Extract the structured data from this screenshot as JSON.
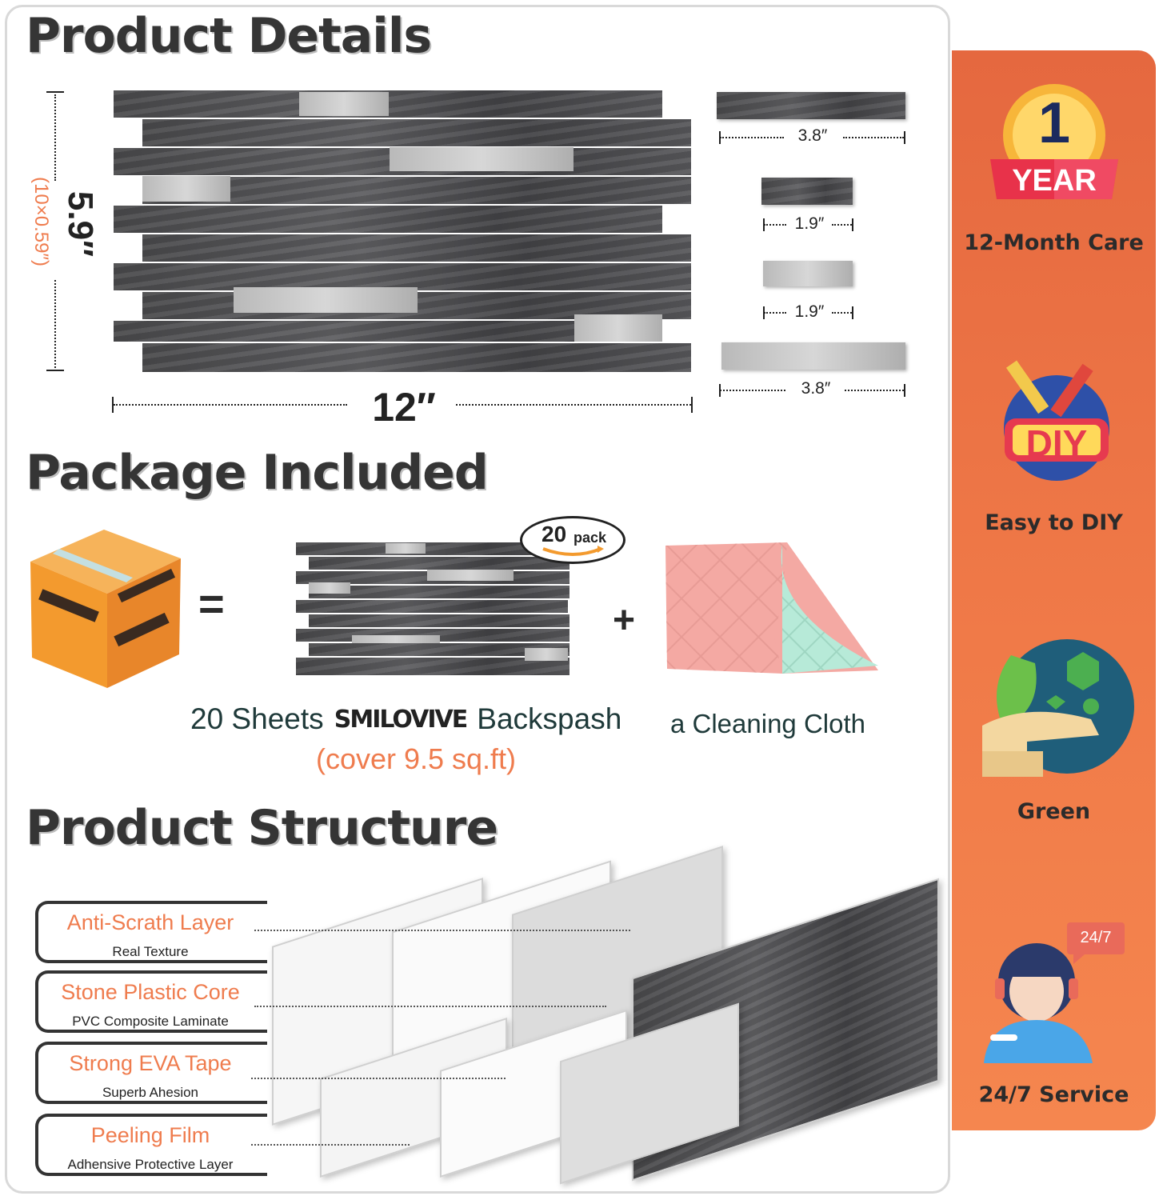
{
  "sections": {
    "details": "Product  Details",
    "package": "Package Included",
    "structure": "Product Structure"
  },
  "dimensions": {
    "height": "5.9″",
    "height_detail": "(10×0.59″)",
    "width": "12″",
    "strip_long_stone": "3.8″",
    "strip_short_stone": "1.9″",
    "strip_short_steel": "1.9″",
    "strip_long_steel": "3.8″"
  },
  "package": {
    "pack_badge_number": "20",
    "pack_badge_word": "pack",
    "equals": "=",
    "plus": "+",
    "sheets_prefix": "20 Sheets",
    "brand": "SMILOVIVE",
    "sheets_suffix": "Backspash",
    "coverage": "(cover 9.5 sq.ft)",
    "cloth": "a Cleaning Cloth"
  },
  "layers": [
    {
      "title": "Anti-Scrath Layer",
      "sub": "Real Texture"
    },
    {
      "title": "Stone Plastic Core",
      "sub": "PVC Composite Laminate"
    },
    {
      "title": "Strong EVA Tape",
      "sub": "Superb Ahesion"
    },
    {
      "title": "Peeling Film",
      "sub": "Adhensive Protective Layer"
    }
  ],
  "features": {
    "warranty_number": "1",
    "warranty_word": "YEAR",
    "warranty_label": "12-Month Care",
    "diy_badge": "DIY",
    "diy_label": "Easy to DIY",
    "green_label": "Green",
    "service_badge": "24/7",
    "service_label": "24/7 Service"
  },
  "colors": {
    "accent_orange": "#ef7c4e",
    "panel_orange": "#f07a48",
    "heading": "#353535",
    "text_dark": "#1f3a3a"
  }
}
